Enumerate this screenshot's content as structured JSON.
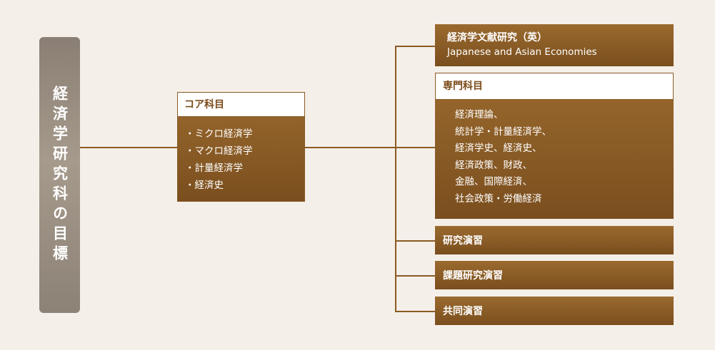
{
  "root": {
    "title": "経済学研究科の目標"
  },
  "core": {
    "title": "コア科目",
    "items": [
      "・ミクロ経済学",
      "・マクロ経済学",
      "・計量経済学",
      "・経済史"
    ]
  },
  "english_program": {
    "title": "経済学文献研究（英）",
    "subtitle": "Japanese and Asian Economies"
  },
  "specialized": {
    "title": "専門科目",
    "items": [
      "経済理論、",
      "統計学・計量経済学、",
      "経済学史、経済史、",
      "経済政策、財政、",
      "金融、国際経済、",
      "社会政策・労働経済"
    ]
  },
  "seminars": [
    "研究演習",
    "課題研究演習",
    "共同演習"
  ],
  "colors": {
    "accent": "#8a5a23",
    "root": "#978b7e",
    "background": "#f4efe9"
  }
}
